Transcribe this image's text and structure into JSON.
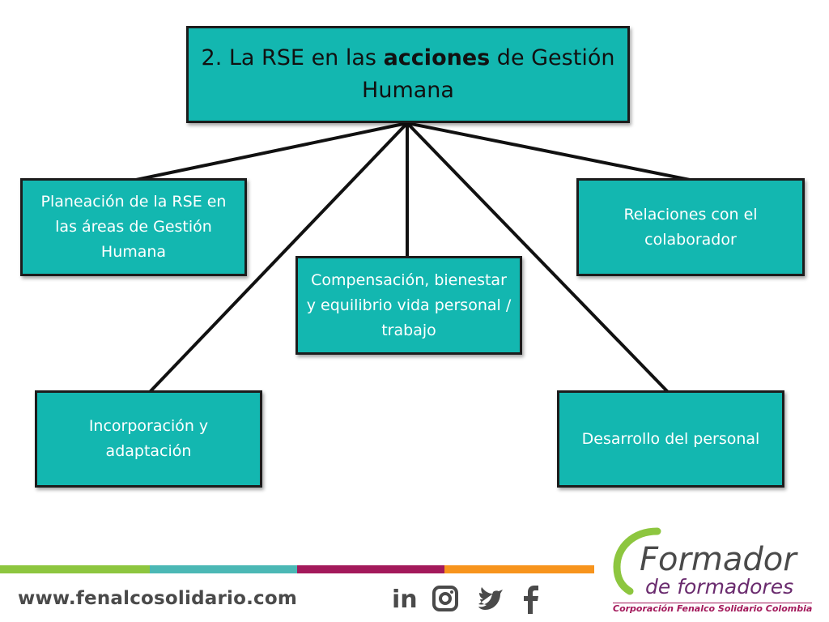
{
  "diagram": {
    "title": {
      "part1": "2. La RSE en las ",
      "bold": "acciones",
      "part2": " de Gestión",
      "line2": "Humana"
    },
    "nodes": [
      {
        "id": "planeacion",
        "label": "Planeación de la RSE en las áreas de Gestión Humana"
      },
      {
        "id": "compensacion",
        "label": "Compensación, bienestar y equilibrio vida personal / trabajo"
      },
      {
        "id": "relaciones",
        "label": "Relaciones con el colaborador"
      },
      {
        "id": "incorporacion",
        "label": "Incorporación y adaptación"
      },
      {
        "id": "desarrollo",
        "label": "Desarrollo del personal"
      }
    ]
  },
  "footer": {
    "url": "www.fenalcosolidario.com",
    "social_icons": [
      "linkedin-icon",
      "instagram-icon",
      "twitter-icon",
      "facebook-icon"
    ],
    "bar_colors": [
      "#8dc63f",
      "#4bb8b5",
      "#a3195b",
      "#f7941d"
    ],
    "logo": {
      "line1": "Formador",
      "line2": "de formadores",
      "line3": "Corporación Fenalco Solidario Colombia"
    }
  },
  "colors": {
    "box_fill": "#13b7b0",
    "box_border": "#1c1c1c",
    "connector": "#111111"
  }
}
